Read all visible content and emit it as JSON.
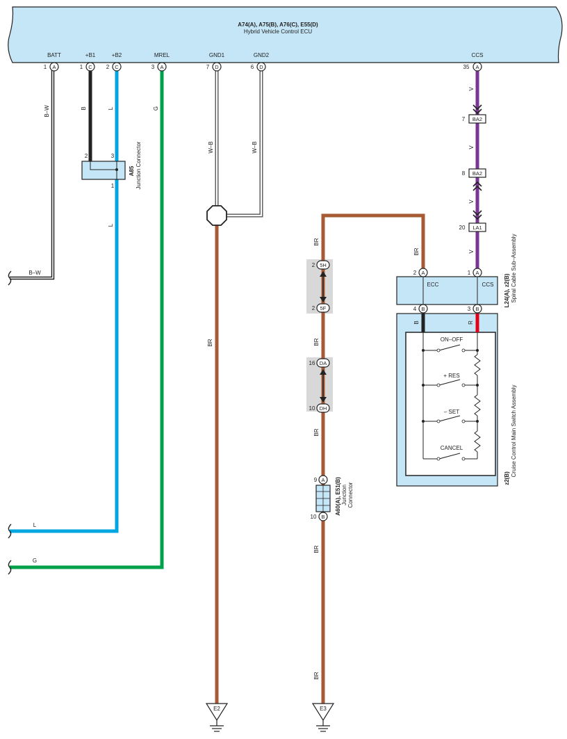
{
  "ecu": {
    "connectors": "A74(A), A75(B), A76(C), E55(D)",
    "name": "Hybrid Vehicle Control ECU",
    "pins": [
      {
        "label": "BATT",
        "num": "1",
        "conn": "A"
      },
      {
        "label": "+B1",
        "num": "1",
        "conn": "C"
      },
      {
        "label": "+B2",
        "num": "2",
        "conn": "C"
      },
      {
        "label": "MREL",
        "num": "3",
        "conn": "A"
      },
      {
        "label": "GND1",
        "num": "7",
        "conn": "D"
      },
      {
        "label": "GND2",
        "num": "6",
        "conn": "D"
      },
      {
        "label": "CCS",
        "num": "35",
        "conn": "A"
      }
    ]
  },
  "wire_colors": {
    "batt": "B–W",
    "b1": "B",
    "b2": "L",
    "b2_lower": "L",
    "mrel": "G",
    "gnd1": "W–B",
    "gnd2": "W–B",
    "ccs_1": "V",
    "ccs_2": "V",
    "ccs_3": "V",
    "ccs_4": "V",
    "br_top": "BR",
    "br_1": "BR",
    "br_2": "BR",
    "br_3": "BR",
    "br_4": "BR",
    "br_5": "BR",
    "ecc_side": "BR",
    "switch_b": "B",
    "switch_r": "R",
    "left_bw": "B–W",
    "left_l": "L",
    "left_g": "G"
  },
  "colors": {
    "ecu_fill": "#c5e6f7",
    "blue": "#00a6e2",
    "green": "#00a14b",
    "purple": "#7b3596",
    "brown": "#a65b34",
    "red": "#e2001a",
    "black": "#222222"
  },
  "junction_a85": {
    "code": "A85",
    "name": "Junction Connector",
    "pin_left": "2",
    "pin_right": "3",
    "pin_bottom": "1"
  },
  "ccs_connectors": [
    {
      "num": "7",
      "code": "BA2"
    },
    {
      "num": "8",
      "code": "BA2"
    },
    {
      "num": "20",
      "code": "LA1"
    }
  ],
  "spiral": {
    "code": "L24(A), z2(B)",
    "name": "Spiral Cable Sub–Assembly",
    "ecc_label": "ECC",
    "ccs_label": "CCS",
    "pin_ecc": {
      "num": "2",
      "conn": "A"
    },
    "pin_ccs": {
      "num": "1",
      "conn": "A"
    },
    "pin_b_left": {
      "num": "4",
      "conn": "B"
    },
    "pin_b_right": {
      "num": "3",
      "conn": "B"
    }
  },
  "switch_assembly": {
    "code": "z2(B)",
    "name": "Cruise Control Main Switch Assembly",
    "switches": [
      "ON–OFF",
      "+ RES",
      "– SET",
      "CANCEL"
    ]
  },
  "inline_connectors": [
    {
      "num": "2",
      "code": "5H"
    },
    {
      "num": "2",
      "code": "5F"
    },
    {
      "num": "16",
      "code": "DA"
    },
    {
      "num": "10",
      "code": "DH"
    }
  ],
  "junction_a60": {
    "code": "A60(A), E51(B)",
    "name_1": "Junction",
    "name_2": "Connector",
    "pin_top": {
      "num": "9",
      "conn": "A"
    },
    "pin_bottom": {
      "num": "10",
      "conn": "B"
    }
  },
  "grounds": [
    "E2",
    "E3"
  ]
}
